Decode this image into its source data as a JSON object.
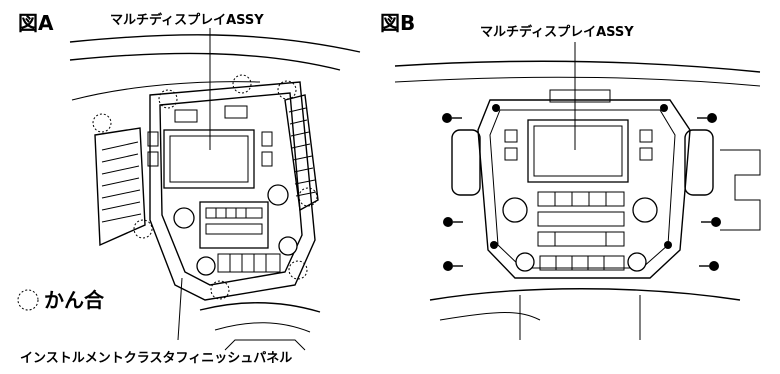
{
  "figure_a": {
    "label": "図A",
    "display_label": "マルチディスプレイASSY",
    "legend_text": "かん合",
    "panel_label": "インストルメントクラスタフィニッシュパネル"
  },
  "figure_b": {
    "label": "図B",
    "display_label": "マルチディスプレイASSY"
  }
}
